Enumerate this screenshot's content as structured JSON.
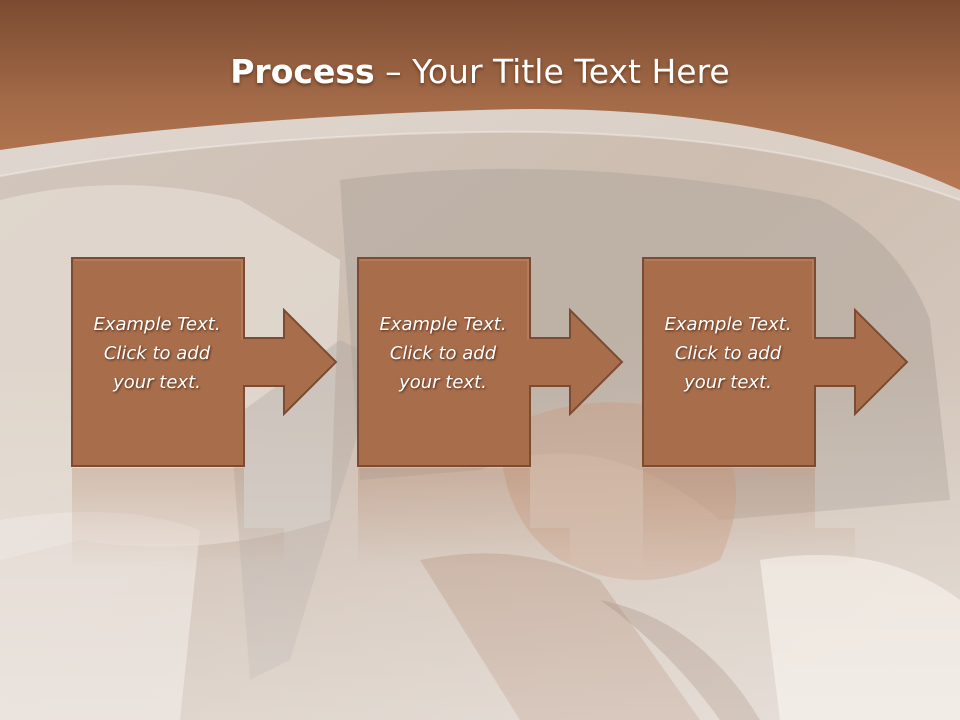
{
  "slide": {
    "title_bold": "Process",
    "title_rest": " – Your Title Text Here"
  },
  "steps": [
    {
      "text": "Example Text.\nClick  to add\nyour text."
    },
    {
      "text": "Example Text.\nClick  to add\nyour text."
    },
    {
      "text": "Example Text.\nClick  to add\nyour text."
    }
  ],
  "colors": {
    "box_fill": "#a86d4b",
    "box_stroke": "#7d4b32",
    "header_band": "#a46b48"
  }
}
